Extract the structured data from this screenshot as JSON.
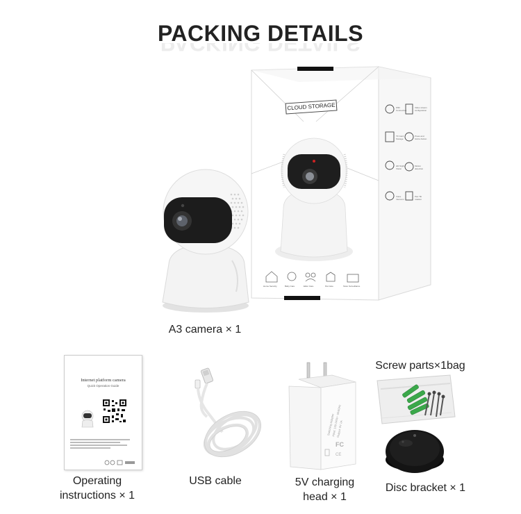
{
  "header": {
    "title": "PACKING DETAILS"
  },
  "camera": {
    "label": "A3 camera × 1"
  },
  "box": {
    "tag": "CLOUD STORAGE"
  },
  "items": {
    "manual": {
      "label_line1": "Operating",
      "label_line2": "instructions × 1",
      "title": "Internet platform camera",
      "subtitle": "Quick Operation Guide"
    },
    "usb": {
      "label": "USB cable"
    },
    "charger": {
      "label_line1": "5V charging",
      "label_line2": "head × 1"
    },
    "screws": {
      "label": "Screw parts×1bag"
    },
    "bracket": {
      "label": "Disc bracket × 1"
    }
  },
  "colors": {
    "background": "#ffffff",
    "text": "#222222",
    "camera_body": "#f2f2f2",
    "lens": "#1e1e1e",
    "anchor_green": "#3aa84a",
    "bracket": "#141414"
  }
}
